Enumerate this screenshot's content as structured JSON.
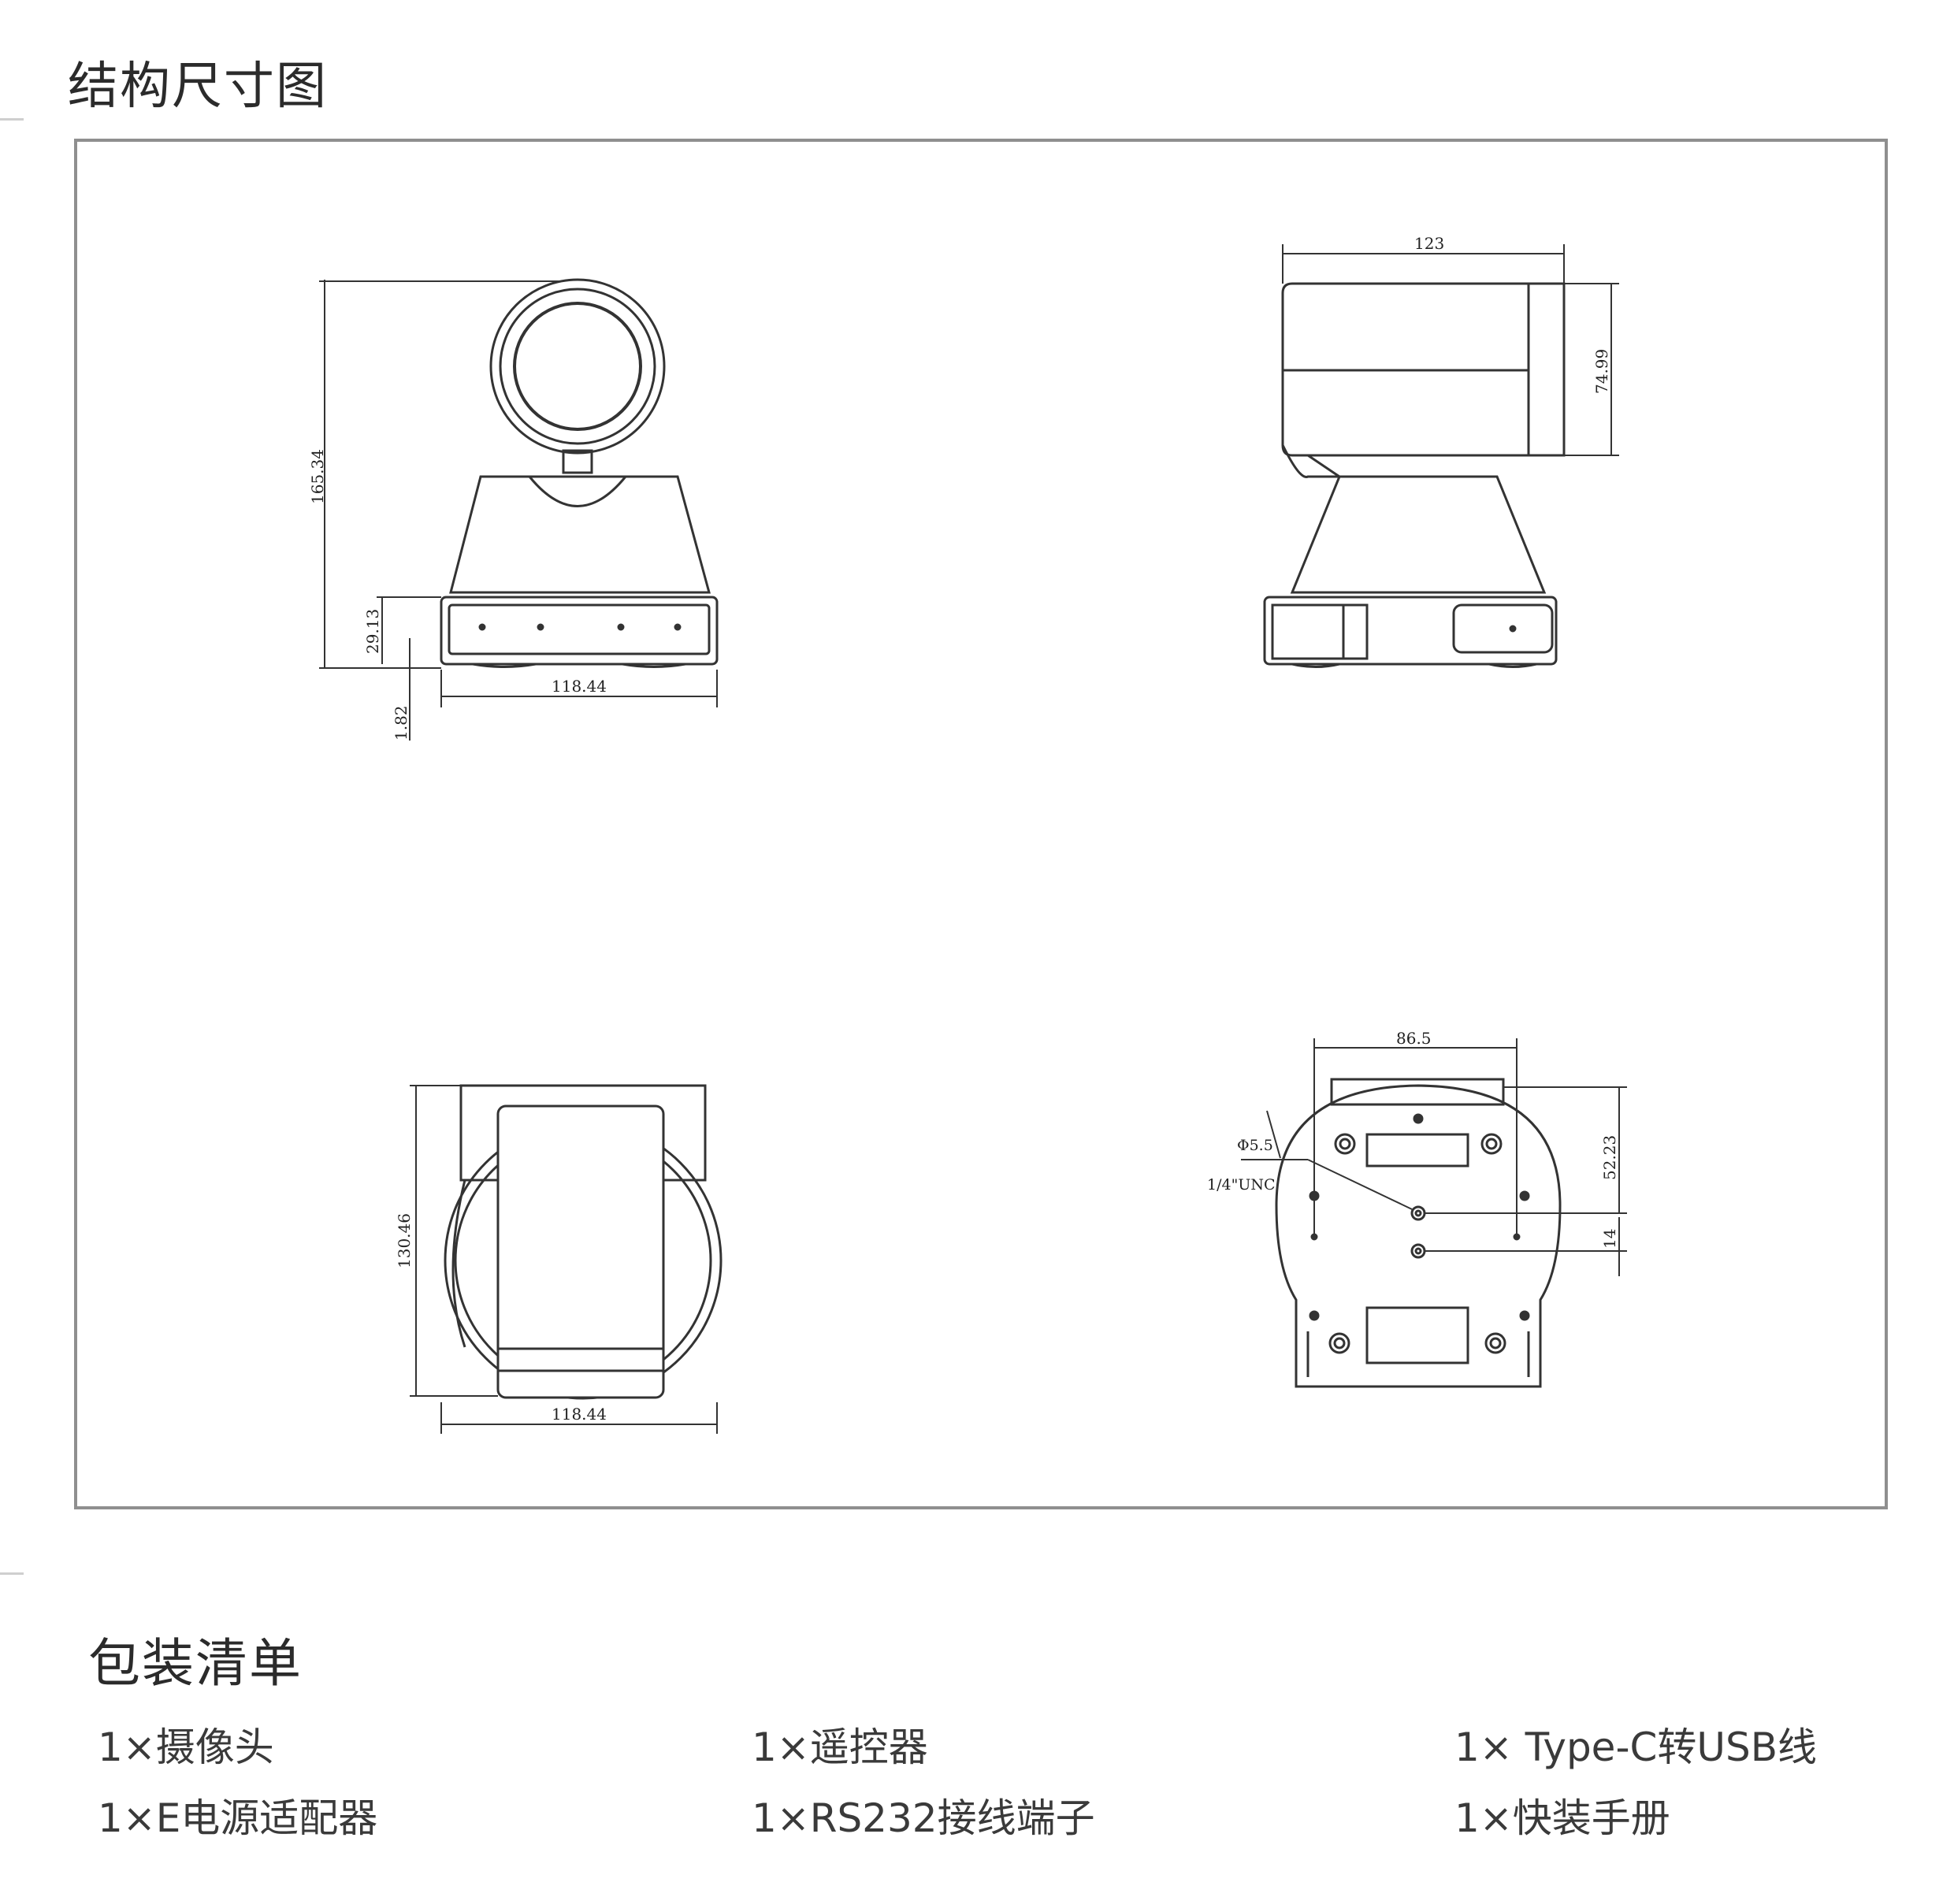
{
  "sections": {
    "dimension_title": "结构尺寸图",
    "package_title": "包装清单"
  },
  "drawing": {
    "front_view": {
      "height_total": "165.34",
      "base_height": "29.13",
      "foot_height": "1.82",
      "base_width": "118.44"
    },
    "side_view": {
      "depth": "123",
      "head_height": "74.99"
    },
    "top_view": {
      "depth": "130.46",
      "width": "118.44"
    },
    "bottom_view": {
      "hole_spacing": "86.5",
      "offset_a": "52.23",
      "offset_b": "14",
      "hole_dia": "Φ5.5",
      "thread": "1/4\"UNC"
    }
  },
  "package_items": [
    "1×摄像头",
    "1×遥控器",
    "1× Type-C转USB线",
    "1×E电源适配器",
    "1×RS232接线端子",
    "1×快装手册"
  ]
}
